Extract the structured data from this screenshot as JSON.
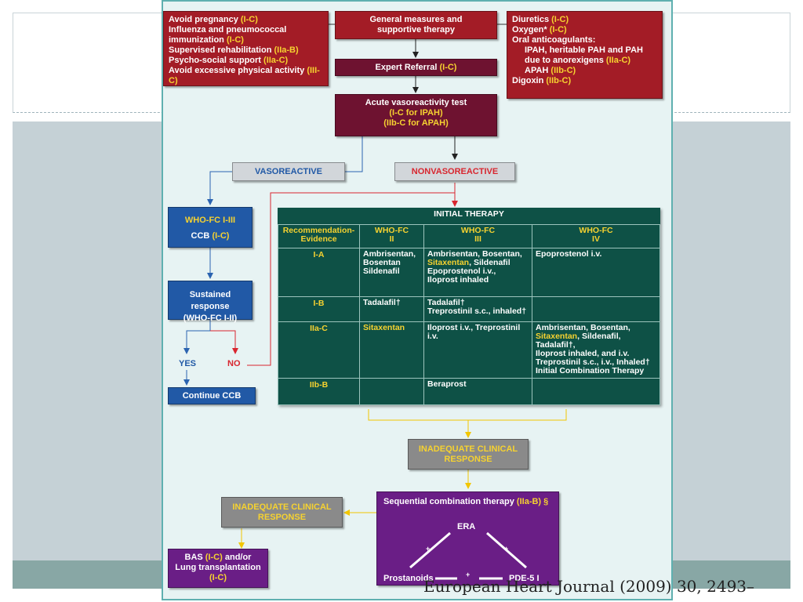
{
  "figure": {
    "top_left": {
      "lines": [
        {
          "text": "Avoid pregnancy ",
          "grade": "(I-C)"
        },
        {
          "text": "Influenza and pneumococcal",
          "grade": ""
        },
        {
          "text": "immunization ",
          "grade": "(I-C)"
        },
        {
          "text": "Supervised rehabilitation ",
          "grade": "(IIa-B)"
        },
        {
          "text": "Psycho-social support ",
          "grade": "(IIa-C)"
        },
        {
          "text": "Avoid excessive physical activity ",
          "grade": "(III-C)"
        }
      ]
    },
    "general_measures": {
      "line1": "General measures and",
      "line2": "supportive therapy"
    },
    "top_right": {
      "lines": [
        {
          "text": "Diuretics ",
          "grade": "(I-C)"
        },
        {
          "text": "Oxygen* ",
          "grade": "(I-C)"
        },
        {
          "text": "Oral anticoagulants:",
          "grade": ""
        },
        {
          "text": "IPAH, heritable PAH and PAH",
          "grade": ""
        },
        {
          "text": "due to anorexigens ",
          "grade": "(IIa-C)"
        },
        {
          "text": "APAH ",
          "grade": "(IIb-C)"
        },
        {
          "text": "Digoxin ",
          "grade": "(IIb-C)"
        }
      ]
    },
    "expert_referral": {
      "text": "Expert Referral ",
      "grade": "(I-C)"
    },
    "vaso_test": {
      "line1": "Acute vasoreactivity test",
      "line2": "(I-C for IPAH)",
      "line3": "(IIb-C for APAH)"
    },
    "vasoreactive": "VASOREACTIVE",
    "nonvasoreactive": "NONVASOREACTIVE",
    "who_fc_box": {
      "line1": "WHO-FC I-III",
      "line2": "CCB ",
      "grade": "(I-C)"
    },
    "sustained": {
      "line1": "Sustained response",
      "line2": "(WHO-FC I-II)"
    },
    "yes": "YES",
    "no": "NO",
    "continue_ccb": "Continue CCB",
    "initial_therapy": {
      "title": "INITIAL THERAPY",
      "headers": [
        {
          "l1": "Recommendation-",
          "l2": "Evidence"
        },
        {
          "l1": "WHO-FC",
          "l2": "II"
        },
        {
          "l1": "WHO-FC",
          "l2": "III"
        },
        {
          "l1": "WHO-FC",
          "l2": "IV"
        }
      ],
      "rows": [
        {
          "rec": "I-A",
          "c2": [
            {
              "t": "Ambrisentan,",
              "y": false
            },
            {
              "t": "Bosentan",
              "y": false
            },
            {
              "t": "Sildenafil",
              "y": false
            }
          ],
          "c3": [
            {
              "t": "Ambrisentan, Bosentan,",
              "y": false
            },
            {
              "t": "Sitaxentan",
              "y": true,
              "rest": ", Sildenafil"
            },
            {
              "t": "Epoprostenol i.v.,",
              "y": false
            },
            {
              "t": "Iloprost inhaled",
              "y": false
            }
          ],
          "c4": [
            {
              "t": "Epoprostenol i.v.",
              "y": false
            }
          ]
        },
        {
          "rec": "I-B",
          "c2": [
            {
              "t": "Tadalafil†",
              "y": false
            }
          ],
          "c3": [
            {
              "t": "Tadalafil†",
              "y": false
            },
            {
              "t": "Treprostinil s.c., inhaled†",
              "y": false
            }
          ],
          "c4": []
        },
        {
          "rec": "IIa-C",
          "c2": [
            {
              "t": "Sitaxentan",
              "y": true
            }
          ],
          "c3": [
            {
              "t": "Iloprost i.v., Treprostinil i.v.",
              "y": false
            }
          ],
          "c4": [
            {
              "t": "Ambrisentan, Bosentan,",
              "y": false
            },
            {
              "t": "Sitaxentan",
              "y": true,
              "rest": ", Sildenafil, Tadalafil†,"
            },
            {
              "t": "Iloprost inhaled, and i.v.",
              "y": false
            },
            {
              "t": "Treprostinil s.c., i.v., Inhaled†",
              "y": false
            },
            {
              "t": "Initial Combination Therapy",
              "y": false
            }
          ]
        },
        {
          "rec": "IIb-B",
          "c2": [],
          "c3": [
            {
              "t": "Beraprost",
              "y": false
            }
          ],
          "c4": []
        }
      ]
    },
    "inadequate_center": {
      "line1": "INADEQUATE CLINICAL",
      "line2": "RESPONSE"
    },
    "inadequate_left": {
      "line1": "INADEQUATE CLINICAL",
      "line2": "RESPONSE"
    },
    "sequential": {
      "title": "Sequential combination therapy ",
      "grade": "(IIa-B) §",
      "era": "ERA",
      "plus": "+",
      "prostanoids": "Prostanoids",
      "pde5": "PDE-5 I"
    },
    "bas": {
      "line1": "BAS ",
      "grade1": "(I-C)",
      "line1b": " and/or",
      "line2": "Lung transplantation",
      "grade2": "(I-C)"
    }
  },
  "citation": "European Heart Journal (2009) 30, 2493–",
  "colors": {
    "red_box": "#a31c26",
    "maroon_box": "#6e1230",
    "blue_box": "#2159a6",
    "table_green": "#0e5146",
    "grade_yellow": "#f6d230",
    "purple_box": "#6a1e86",
    "grey_box": "#8a8a8a",
    "panel_bg": "#e7f3f3",
    "arrow_red": "#d8262f",
    "arrow_blue": "#2b63b0",
    "arrow_yellow": "#f2c600"
  }
}
